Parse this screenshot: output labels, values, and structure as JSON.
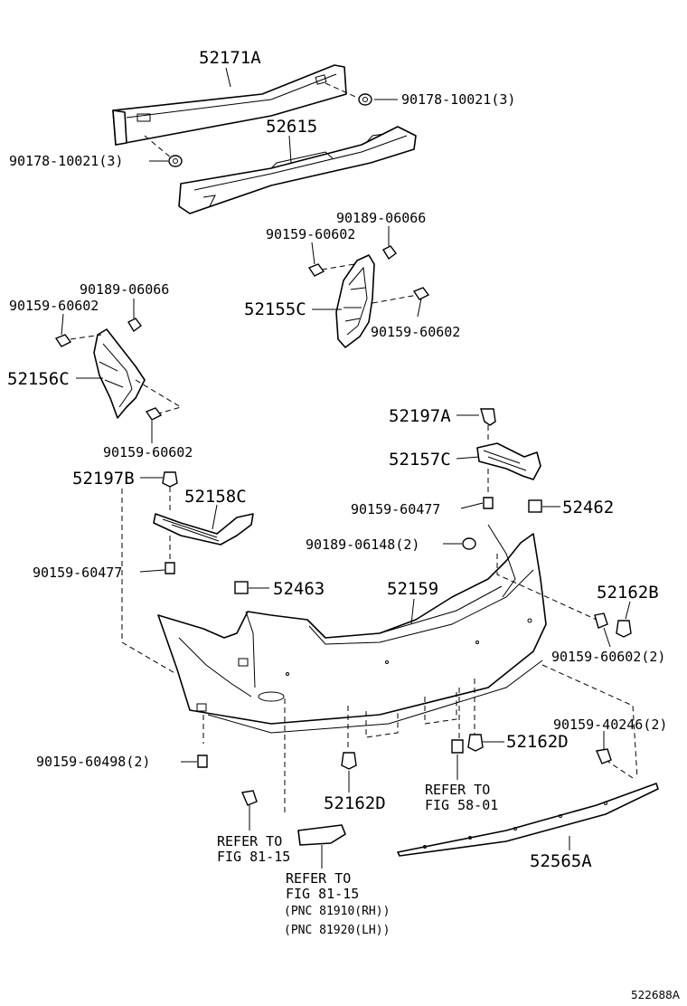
{
  "labels": {
    "l_52171a": "52171A",
    "l_90178_r": "90178-10021(3)",
    "l_52615": "52615",
    "l_90178_l": "90178-10021(3)",
    "l_90189_06066_c": "90189-06066",
    "l_90159_60602_c1": "90159-60602",
    "l_90189_06066_l": "90189-06066",
    "l_90159_60602_l1": "90159-60602",
    "l_52155c": "52155C",
    "l_90159_60602_c2": "90159-60602",
    "l_52156c": "52156C",
    "l_52197a": "52197A",
    "l_90159_60602_l2": "90159-60602",
    "l_52157c": "52157C",
    "l_52197b": "52197B",
    "l_52158c": "52158C",
    "l_90159_60477_r": "90159-60477",
    "l_52462": "52462",
    "l_90189_06148": "90189-06148(2)",
    "l_90159_60477_l": "90159-60477",
    "l_52463": "52463",
    "l_52159": "52159",
    "l_52162b": "52162B",
    "l_90159_60602_2": "90159-60602(2)",
    "l_90159_40246": "90159-40246(2)",
    "l_90159_60498": "90159-60498(2)",
    "l_52162d_r": "52162D",
    "l_refer_58_a": "REFER TO",
    "l_refer_58_b": "FIG 58-01",
    "l_52162d_c": "52162D",
    "l_refer_81a_a": "REFER TO",
    "l_refer_81a_b": "FIG 81-15",
    "l_refer_81b_a": "REFER TO",
    "l_refer_81b_b": "FIG 81-15",
    "l_pnc_rh": "(PNC 81910(RH))",
    "l_pnc_lh": "(PNC 81920(LH))",
    "l_52565a": "52565A",
    "caption": "522688A"
  }
}
